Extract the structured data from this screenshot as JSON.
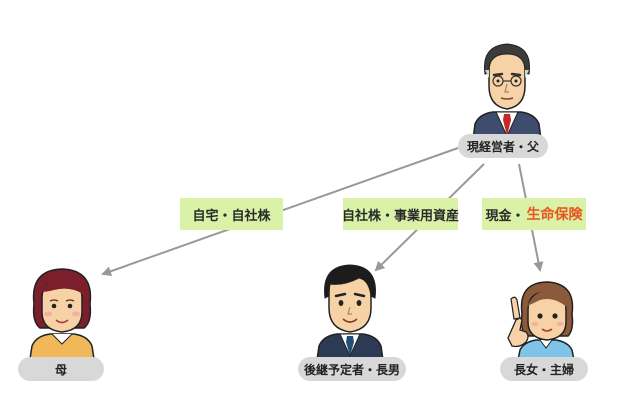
{
  "people": {
    "father": {
      "label": "現経営者・父"
    },
    "mother": {
      "label": "母"
    },
    "successor": {
      "label": "後継予定者・長男"
    },
    "daughter": {
      "label": "長女・主婦"
    }
  },
  "edges": {
    "to_mother": {
      "label": "自宅・自社株"
    },
    "to_successor": {
      "label": "自社株・事業用資産"
    },
    "to_daughter": {
      "prefix": "現金・",
      "highlight": "生命保険"
    }
  },
  "colors": {
    "edge_box_bg": "#d9f2a8",
    "highlight_text": "#e8531e",
    "pill_bg": "#d8d8d8",
    "arrow": "#999999"
  }
}
